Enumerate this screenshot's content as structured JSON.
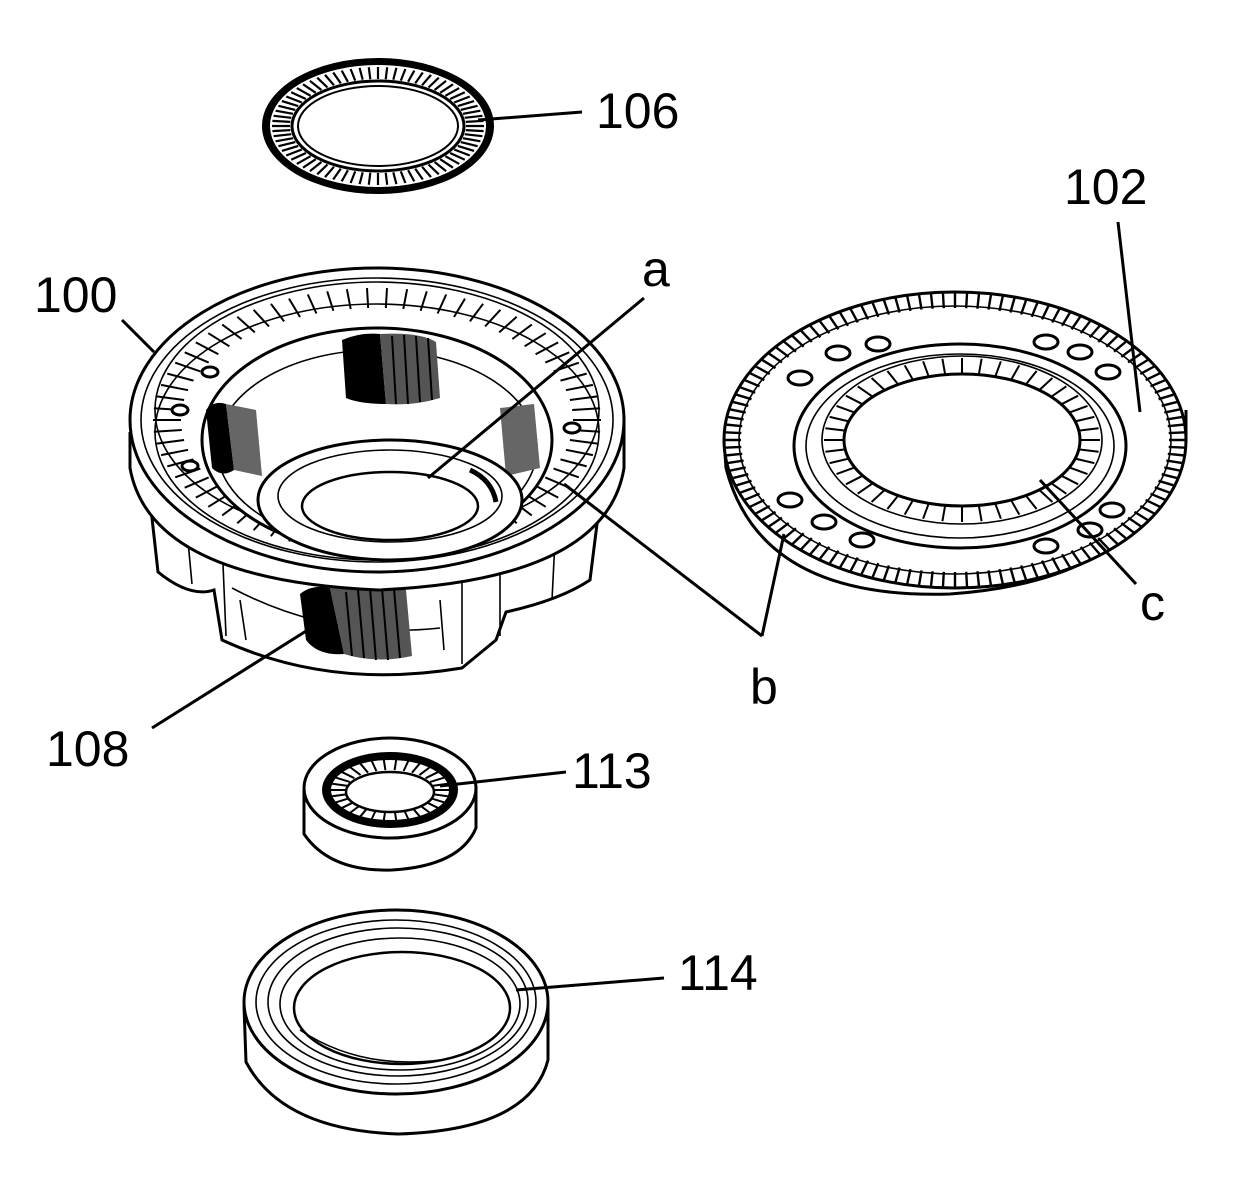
{
  "diagram": {
    "callouts": {
      "p106": "106",
      "p102": "102",
      "p100": "100",
      "a": "a",
      "b": "b",
      "c": "c",
      "p108": "108",
      "p113": "113",
      "p114": "114"
    }
  }
}
